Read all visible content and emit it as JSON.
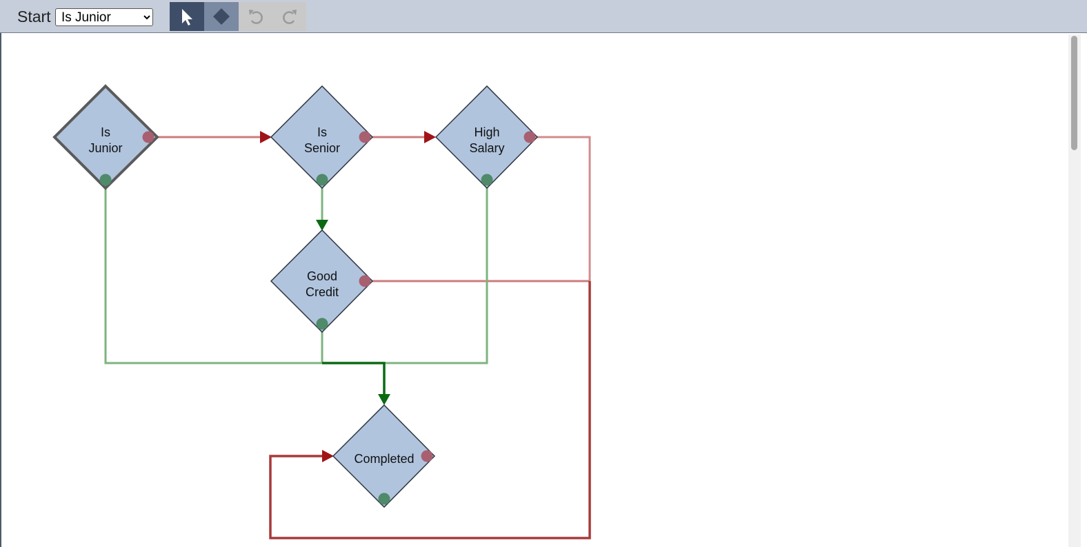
{
  "toolbar": {
    "start_label": "Start",
    "start_select": {
      "selected": "Is Junior"
    },
    "tools": [
      {
        "name": "select-tool",
        "icon": "cursor-arrow-icon",
        "active": true
      },
      {
        "name": "add-node-tool",
        "icon": "diamond-icon",
        "active": false
      },
      {
        "name": "undo",
        "icon": "undo-icon",
        "enabled": false
      },
      {
        "name": "redo",
        "icon": "redo-icon",
        "enabled": false
      }
    ]
  },
  "nodes": [
    {
      "id": "is-junior",
      "line1": "Is",
      "line2": "Junior",
      "selected": true
    },
    {
      "id": "is-senior",
      "line1": "Is",
      "line2": "Senior"
    },
    {
      "id": "high-salary",
      "line1": "High",
      "line2": "Salary"
    },
    {
      "id": "good-credit",
      "line1": "Good",
      "line2": "Credit"
    },
    {
      "id": "completed",
      "line1": "Completed",
      "line2": ""
    }
  ],
  "edges": [
    {
      "from": "is-junior",
      "port": "false",
      "to": "is-senior"
    },
    {
      "from": "is-senior",
      "port": "false",
      "to": "high-salary"
    },
    {
      "from": "is-senior",
      "port": "true",
      "to": "good-credit"
    },
    {
      "from": "high-salary",
      "port": "false",
      "to": "completed"
    },
    {
      "from": "good-credit",
      "port": "false",
      "to": "completed"
    },
    {
      "from": "is-junior",
      "port": "true",
      "to": "completed"
    },
    {
      "from": "good-credit",
      "port": "true",
      "to": "completed"
    },
    {
      "from": "high-salary",
      "port": "true",
      "to": "completed"
    }
  ],
  "colors": {
    "node_fill": "#b0c4de",
    "true_port": "#4f8a6a",
    "false_port": "#a86070",
    "true_edge": "#7db37f",
    "false_edge": "#cc7c7c",
    "true_arrow": "#0a6a12",
    "false_arrow": "#a01418",
    "false_edge_dark": "#a83a3a"
  }
}
